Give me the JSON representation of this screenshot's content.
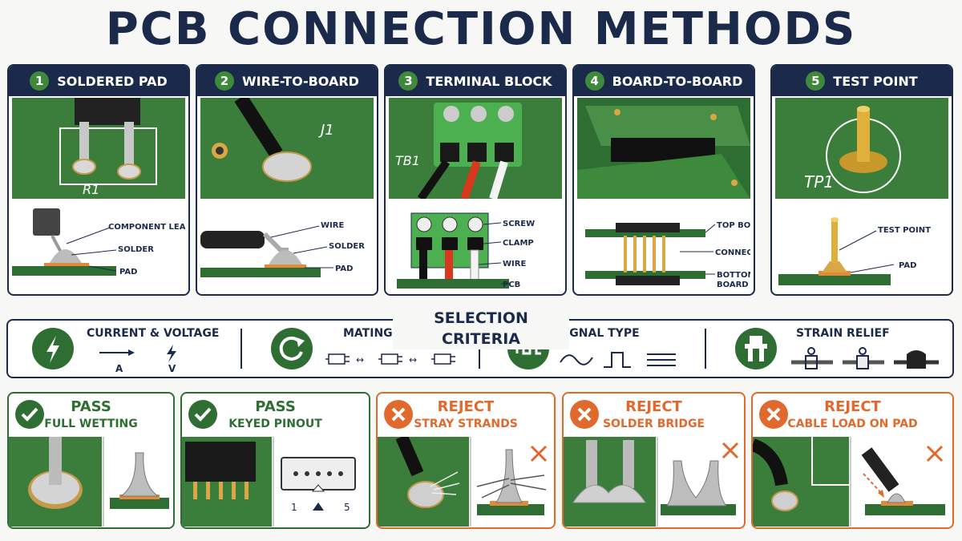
{
  "title": "PCB CONNECTION METHODS",
  "methods": [
    {
      "num": "1",
      "name": "SOLDERED PAD",
      "board_ref": "R1",
      "labels": [
        "COMPONENT LEAD",
        "SOLDER",
        "PAD"
      ]
    },
    {
      "num": "2",
      "name": "WIRE-TO-BOARD",
      "board_ref": "J1",
      "labels": [
        "WIRE",
        "SOLDER",
        "PAD"
      ]
    },
    {
      "num": "3",
      "name": "TERMINAL BLOCK",
      "board_ref": "TB1",
      "labels": [
        "SCREW",
        "CLAMP",
        "WIRE",
        "PCB"
      ]
    },
    {
      "num": "4",
      "name": "BOARD-TO-BOARD",
      "labels": [
        "TOP BOARD",
        "CONNECTOR",
        "BOTTOM",
        "BOARD"
      ]
    },
    {
      "num": "5",
      "name": "TEST POINT",
      "board_ref": "TP1",
      "labels": [
        "TEST POINT",
        "PAD"
      ]
    }
  ],
  "criteria": {
    "title": "SELECTION CRITERIA",
    "items": [
      {
        "label": "CURRENT & VOLTAGE",
        "sub": [
          "A",
          "V"
        ],
        "icon": "lightning-icon"
      },
      {
        "label": "MATING CYCLES",
        "icon": "cycle-arrow-icon"
      },
      {
        "label": "SIGNAL TYPE",
        "icon": "square-wave-icon"
      },
      {
        "label": "STRAIN RELIEF",
        "icon": "strain-relief-icon"
      }
    ]
  },
  "results": [
    {
      "status": "PASS",
      "caption": "FULL WETTING"
    },
    {
      "status": "PASS",
      "caption": "KEYED PINOUT",
      "pin_labels": [
        "1",
        "5"
      ]
    },
    {
      "status": "REJECT",
      "caption": "STRAY STRANDS"
    },
    {
      "status": "REJECT",
      "caption": "SOLDER BRIDGE"
    },
    {
      "status": "REJECT",
      "caption": "CABLE LOAD ON PAD"
    }
  ],
  "colors": {
    "navy": "#1b2a4a",
    "pcb_green": "#2f6e33",
    "reject_orange": "#e06a2e",
    "copper": "#e08a3a"
  }
}
